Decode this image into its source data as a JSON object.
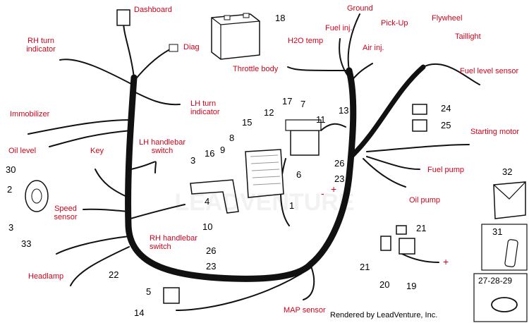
{
  "colors": {
    "label": "#d0021b",
    "number": "#000000",
    "wire": "#111111"
  },
  "labels": {
    "dashboard": "Dashboard",
    "rh_turn_indicator_1": "RH turn",
    "rh_turn_indicator_2": "indicator",
    "diag": "Diag",
    "lh_turn_indicator_1": "LH turn",
    "lh_turn_indicator_2": "indicator",
    "immobilizer": "Immobilizer",
    "oil_level": "Oil level",
    "key": "Key",
    "lh_handlebar_switch_1": "LH handlebar",
    "lh_handlebar_switch_2": "switch",
    "speed_sensor_1": "Speed",
    "speed_sensor_2": "sensor",
    "rh_handlebar_switch_1": "RH handlebar",
    "rh_handlebar_switch_2": "switch",
    "headlamp": "Headlamp",
    "ground": "Ground",
    "fuel_inj": "Fuel inj.",
    "h2o_temp": "H2O temp",
    "air_inj": "Air inj.",
    "pick_up": "Pick-Up",
    "flywheel": "Flywheel",
    "taillight": "Taillight",
    "fuel_level_sensor": "Fuel level sensor",
    "throttle_body": "Throttle body",
    "starting_motor": "Starting motor",
    "fuel_pump": "Fuel pump",
    "oil_pump": "Oil pump",
    "map_sensor": "MAP sensor",
    "minus": "-",
    "plus1": "+",
    "plus2": "+"
  },
  "numbers": {
    "n18": "18",
    "n17": "17",
    "n7": "7",
    "n12": "12",
    "n11": "11",
    "n13": "13",
    "n15": "15",
    "n8": "8",
    "n9": "9",
    "n16": "16",
    "n3a": "3",
    "n4": "4",
    "n10": "10",
    "n1": "1",
    "n6": "6",
    "n26a": "26",
    "n23a": "23",
    "n24": "24",
    "n25": "25",
    "n32": "32",
    "n31": "31",
    "n2729": "27-28-29",
    "n30": "30",
    "n2": "2",
    "n3b": "3",
    "n33": "33",
    "n22": "22",
    "n5": "5",
    "n14": "14",
    "n26b": "26",
    "n23b": "23",
    "n21a": "21",
    "n21b": "21",
    "n20": "20",
    "n19": "19"
  },
  "footer": "Rendered by LeadVenture, Inc."
}
